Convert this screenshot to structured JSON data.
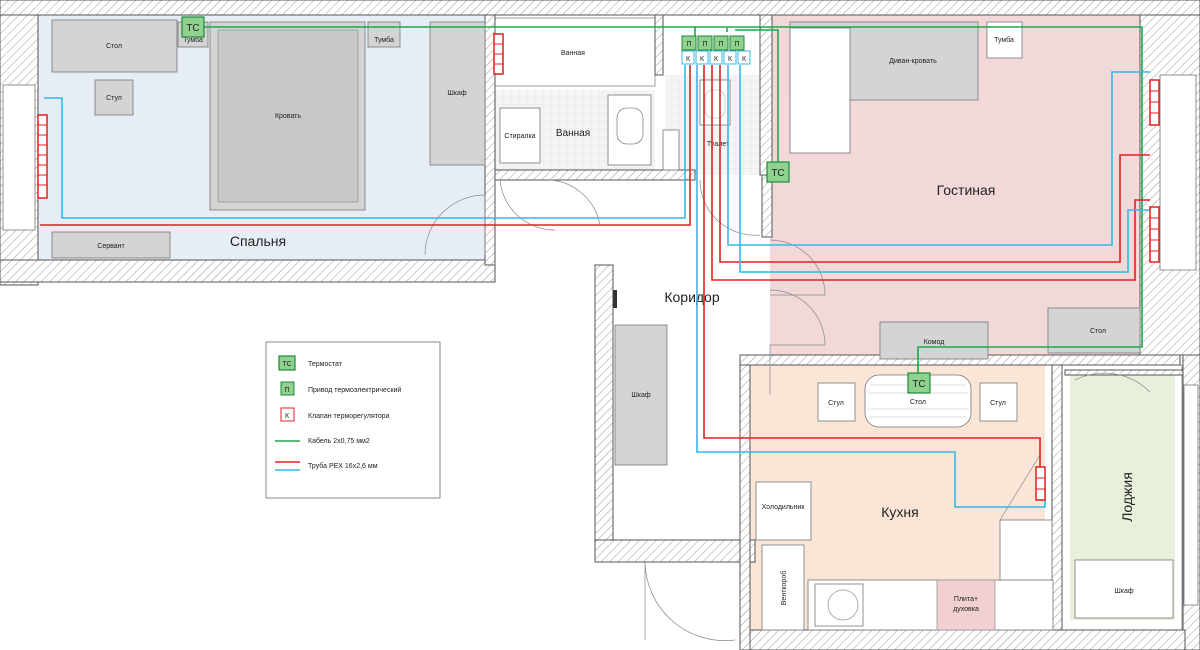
{
  "rooms": {
    "bedroom": "Спальня",
    "living": "Гостиная",
    "corridor": "Коридор",
    "kitchen": "Кухня",
    "loggia": "Лоджия",
    "bathroom_title": "Ванная",
    "bathroom": "Ванная",
    "toilet": "Туалет"
  },
  "furniture": {
    "table_bedroom": "Стол",
    "nightstand_left": "Тумба",
    "nightstand_right": "Тумба",
    "chair_bedroom": "Стул",
    "bed": "Кровать",
    "wardrobe_bedroom": "Шкаф",
    "sideboard": "Сервант",
    "washer": "Стиралка",
    "sofa_bed": "Диван-кровать",
    "nightstand_living": "Тумба",
    "dresser": "Комод",
    "table_living": "Стол",
    "wardrobe_corridor": "Шкаф",
    "chair_kitchen_left": "Стул",
    "table_kitchen": "Стол",
    "chair_kitchen_right": "Стул",
    "fridge": "Холодильник",
    "vent": "Венткороб",
    "stove_line1": "Плита+",
    "stove_line2": "духовка",
    "wardrobe_loggia": "Шкаф"
  },
  "markers": {
    "thermostat": "ТС",
    "actuator": "П",
    "valve": "К"
  },
  "legend": {
    "items": [
      {
        "symbol": "ТС",
        "label": "Термостат",
        "kind": "thermostat"
      },
      {
        "symbol": "П",
        "label": "Привод термоэлектрический",
        "kind": "actuator"
      },
      {
        "symbol": "К",
        "label": "Клапан терморегулятора",
        "kind": "valve"
      },
      {
        "symbol": "",
        "label": "Кабель 2х0,75 мм2",
        "kind": "cable"
      },
      {
        "symbol": "",
        "label": "Труба PEX 16х2,6 мм",
        "kind": "pipe"
      }
    ]
  },
  "colors": {
    "bedroom_fill": "#e6edf5",
    "living_fill": "#f2d8d8",
    "kitchen_fill": "#fbe5d6",
    "loggia_fill": "#e8f0dc",
    "cable": "#1ea84a",
    "pipe_supply": "#e02020",
    "pipe_return": "#33b7e6"
  }
}
